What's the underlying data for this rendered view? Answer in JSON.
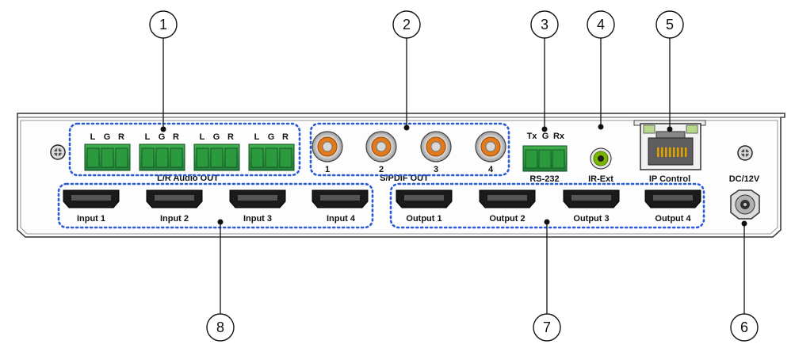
{
  "callouts": [
    "1",
    "2",
    "3",
    "4",
    "5",
    "6",
    "7",
    "8"
  ],
  "audio": {
    "group_label": "L/R Audio OUT",
    "pin_labels": [
      "L",
      "G",
      "R"
    ]
  },
  "spdif": {
    "group_label": "S/PDIF OUT",
    "jack_labels": [
      "1",
      "2",
      "3",
      "4"
    ]
  },
  "rs232": {
    "pin_labels": [
      "Tx",
      "G",
      "Rx"
    ],
    "label": "RS-232"
  },
  "ir_ext": {
    "label": "IR-Ext"
  },
  "ip_control": {
    "label": "IP Control"
  },
  "power": {
    "label": "DC/12V"
  },
  "hdmi_inputs": [
    "Input 1",
    "Input 2",
    "Input 3",
    "Input 4"
  ],
  "hdmi_outputs": [
    "Output 1",
    "Output 2",
    "Output 3",
    "Output 4"
  ],
  "colors": {
    "terminal_green": "#2e9b3c",
    "rca_orange": "#e07a1c",
    "ir_green": "#7ab800",
    "callout_box_blue": "#2a5bd7",
    "panel_outline": "#333333"
  }
}
